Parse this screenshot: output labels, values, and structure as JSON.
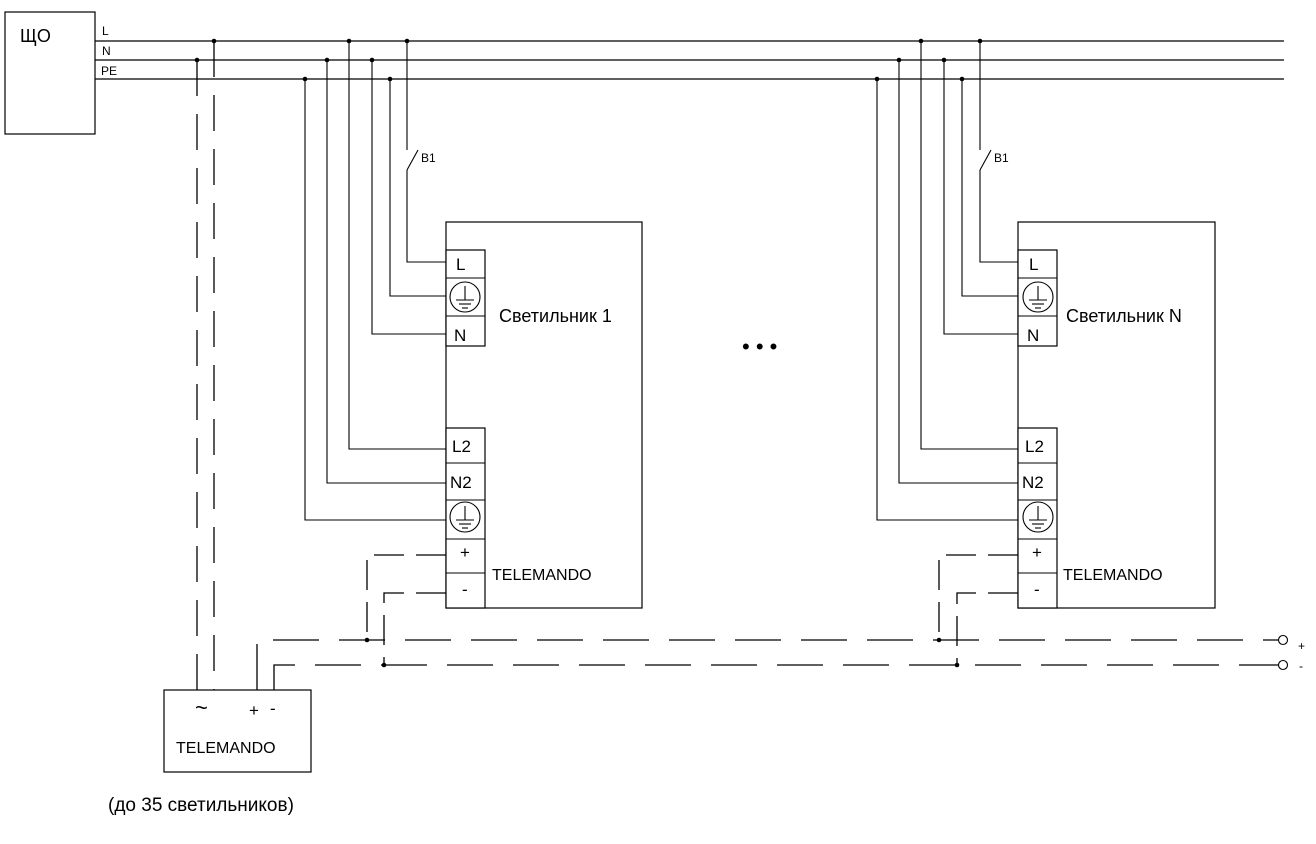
{
  "panel": {
    "label": "ЩО"
  },
  "buses": {
    "l": "L",
    "n": "N",
    "pe": "PE"
  },
  "luminaires": [
    {
      "name": "Светильник 1",
      "switch_label": "B1",
      "terminals": {
        "l": "L",
        "n": "N",
        "l2": "L2",
        "n2": "N2",
        "plus": "+",
        "minus": "-"
      },
      "control_label": "TELEMANDO"
    },
    {
      "name": "Светильник N",
      "switch_label": "B1",
      "terminals": {
        "l": "L",
        "n": "N",
        "l2": "L2",
        "n2": "N2",
        "plus": "+",
        "minus": "-"
      },
      "control_label": "TELEMANDO"
    }
  ],
  "ellipsis": "• • •",
  "controller": {
    "tilde": "~",
    "plus": "+",
    "minus": "-",
    "label": "TELEMANDO"
  },
  "control_bus": {
    "plus": "+",
    "minus": "-"
  },
  "note": "(до 35 светильников)",
  "colors": {
    "line": "#000000",
    "background": "#ffffff"
  }
}
